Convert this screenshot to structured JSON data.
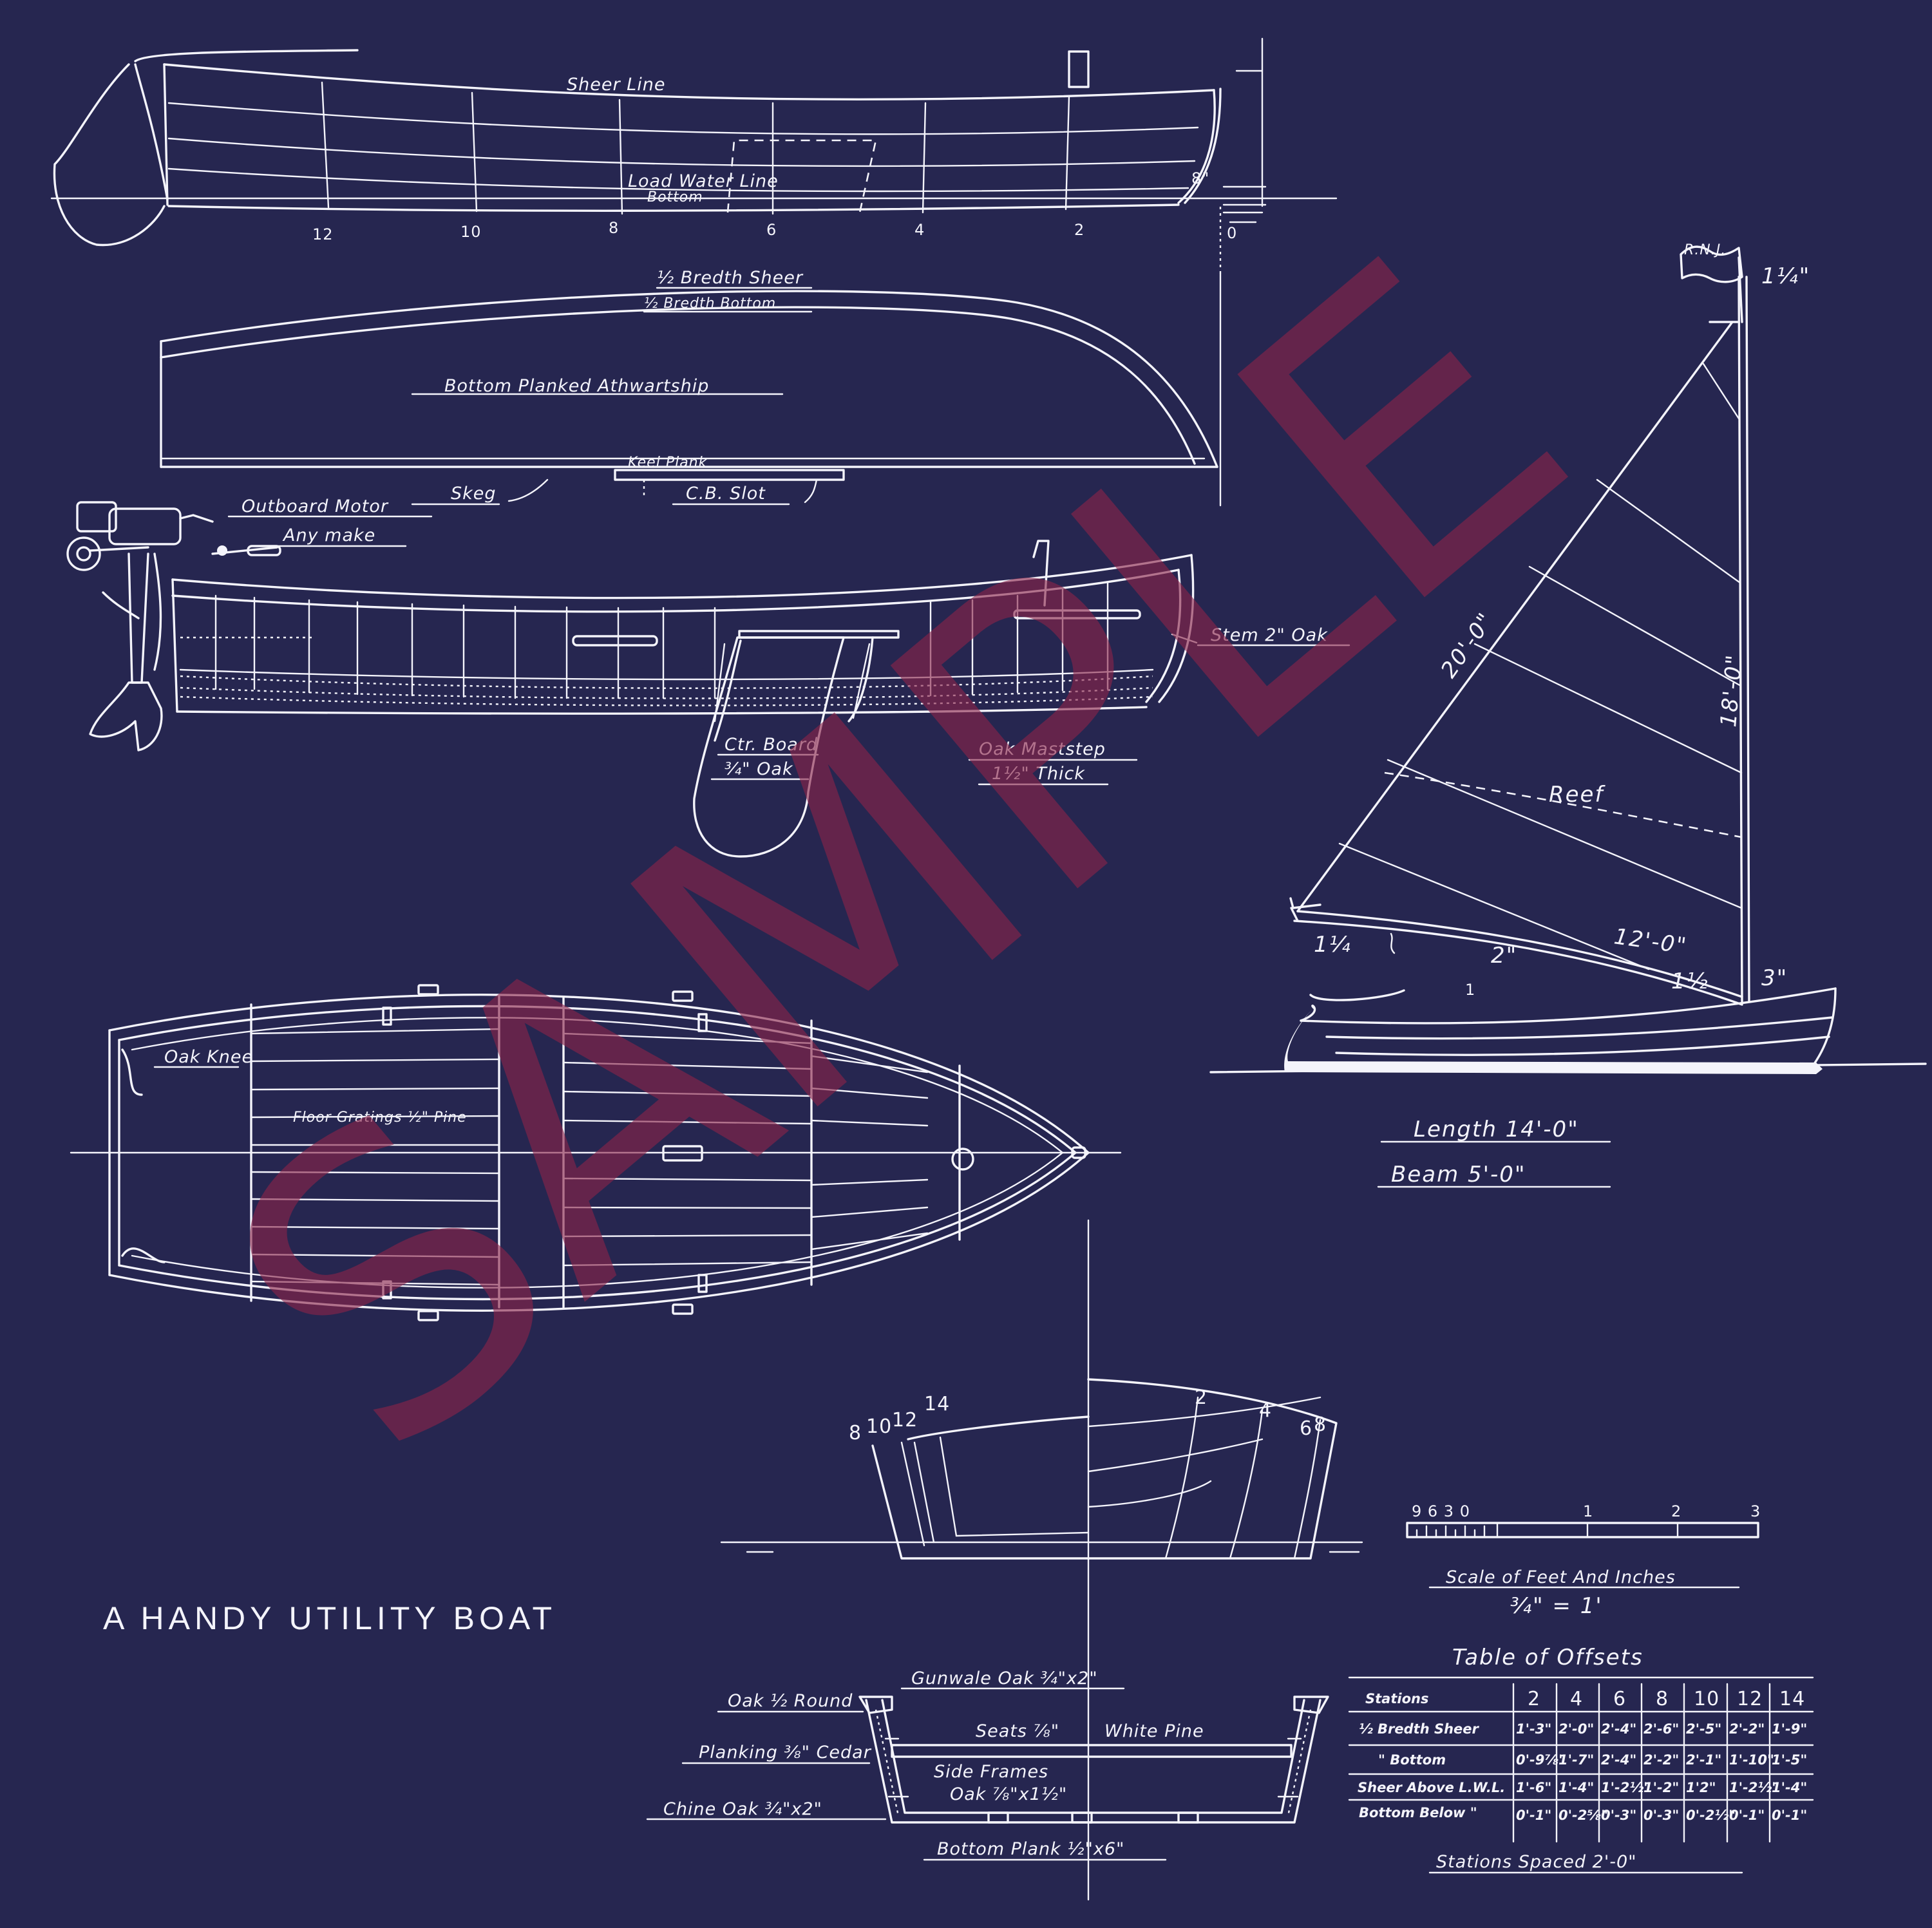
{
  "title": "A HANDY UTILITY BOAT",
  "watermark": "SAMPLE",
  "colors": {
    "background": "#262650",
    "ink": "#f4f4fb",
    "watermark": "#8a2448"
  },
  "profile": {
    "sheer_line": "Sheer Line",
    "load_water_line": "Load Water Line",
    "bottom": "Bottom",
    "draft": "8\"",
    "stations": [
      "12",
      "10",
      "8",
      "6",
      "4",
      "2",
      "0"
    ]
  },
  "half_breadth": {
    "sheer": "½ Bredth Sheer",
    "bottom": "½ Bredth Bottom",
    "planking": "Bottom Planked Athwartship",
    "keel_plank": "Keel Plank",
    "skeg": "Skeg",
    "cb_slot": "C.B. Slot"
  },
  "inboard_profile": {
    "outboard_motor": "Outboard Motor",
    "any_make": "Any make",
    "stem": "Stem 2\" Oak",
    "ctr_board": "Ctr. Board",
    "ctr_board_oak": "¾\" Oak",
    "maststep": "Oak Maststep",
    "maststep_thick": "1½\" Thick"
  },
  "plan_view": {
    "oak_knee": "Oak Knee",
    "floor_gratings": "Floor Gratings ½\" Pine"
  },
  "sail_plan": {
    "flag": "R.N.J.",
    "mast_head": "1¼\"",
    "luff": "20'-0\"",
    "mast": "18'-0\"",
    "reef": "Reef",
    "boom": "12'-0\"",
    "boom_end": "1¼",
    "boom_mid": "2\"",
    "mast_step": "1½",
    "mast_base": "3\"",
    "mark": "1"
  },
  "dimensions": {
    "length": "Length 14'-0\"",
    "beam": "Beam 5'-0\""
  },
  "body_plan": {
    "aft_stations": [
      "8",
      "10",
      "12",
      "14"
    ],
    "fwd_stations": [
      "2",
      "4",
      "6",
      "8"
    ]
  },
  "scale": {
    "ticks_left": "9 6 3 0",
    "ticks": [
      "1",
      "2",
      "3"
    ],
    "label": "Scale of Feet And Inches",
    "ratio": "¾\" = 1'"
  },
  "section": {
    "gunwale": "Gunwale Oak ¾\"x2\"",
    "half_round": "Oak ½ Round",
    "seats": "Seats ⅞\"",
    "white_pine": "White Pine",
    "planking": "Planking ⅜\" Cedar",
    "side_frames": "Side Frames",
    "side_frames_dim": "Oak ⅞\"x1½\"",
    "chine": "Chine Oak ¾\"x2\"",
    "bottom_plank": "Bottom Plank ½\"x6\""
  },
  "offsets": {
    "title": "Table of Offsets",
    "columns": [
      "Stations",
      "2",
      "4",
      "6",
      "8",
      "10",
      "12",
      "14"
    ],
    "rows": [
      {
        "label": "½ Bredth Sheer",
        "values": [
          "1'-3\"",
          "2'-0\"",
          "2'-4\"",
          "2'-6\"",
          "2'-5\"",
          "2'-2\"",
          "1'-9\""
        ]
      },
      {
        "label": "\" Bottom",
        "values": [
          "0'-9⅞\"",
          "1'-7\"",
          "2'-4\"",
          "2'-2\"",
          "2'-1\"",
          "1'-10\"",
          "1'-5\""
        ]
      },
      {
        "label": "Sheer Above L.W.L.",
        "values": [
          "1'-6\"",
          "1'-4\"",
          "1'-2½\"",
          "1'-2\"",
          "1'2\"",
          "1'-2½\"",
          "1'-4\""
        ]
      },
      {
        "label": "Bottom Below \"",
        "values": [
          "0'-1\"",
          "0'-2⅝\"",
          "0'-3\"",
          "0'-3\"",
          "0'-2½\"",
          "0'-1\"",
          "0'-1\""
        ]
      }
    ],
    "footer": "Stations Spaced 2'-0\""
  }
}
